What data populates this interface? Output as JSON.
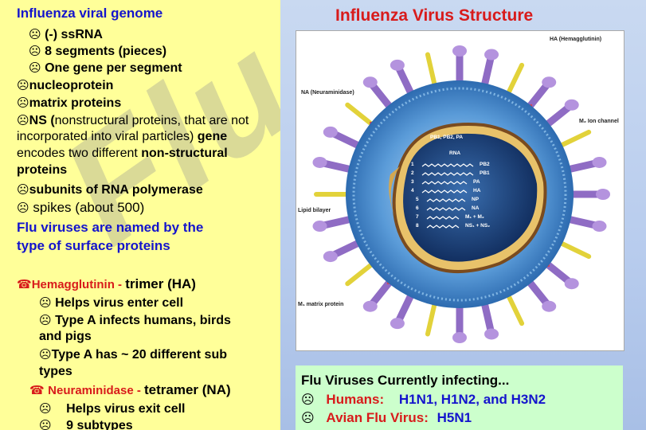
{
  "left": {
    "heading1": "Influenza viral genome",
    "item_ssrna": "(-) ssRNA",
    "item_segments": "8 segments (pieces)",
    "item_gene": "One gene per segment",
    "item_nucleoprotein": "nucleoprotein",
    "item_matrix": "matrix proteins",
    "ns_bold": "NS (",
    "ns_line1_rest": "nonstructural proteins, that are not",
    "ns_line2_a": "incorporated into viral particles) ",
    "ns_line2_b": "gene",
    "ns_line3_a": "encodes two different ",
    "ns_line3_b": "non-structural",
    "ns_line4": "proteins",
    "item_polymerase": "subunits of RNA polymerase",
    "item_spikes": "spikes (about 500)",
    "heading2_line1": "Flu viruses are named by the",
    "heading2_line2": "type of surface proteins",
    "ha_red": "Hemagglutinin - ",
    "ha_black": "trimer (HA)",
    "ha_sub1": "Helps virus enter cell",
    "ha_sub2_line1": "Type A infects humans, birds",
    "ha_sub2_line2": "and pigs",
    "ha_sub3_line1": "Type A has ~ 20 different sub",
    "ha_sub3_line2": "types",
    "na_red": "Neuraminidase - ",
    "na_black": "tetramer (NA)",
    "na_sub1": "Helps virus exit cell",
    "na_sub2": "9 subtypes"
  },
  "icons": {
    "bullet": "frowning-face-icon",
    "bullet_glyph": "☹",
    "phone": "telephone-icon",
    "phone_glyph": "☎"
  },
  "watermark": "Flu",
  "right": {
    "title": "Influenza Virus Structure",
    "diagram": {
      "label_ha": "HA (Hemagglutinin)",
      "label_na": "NA (Neuraminidase)",
      "label_m2": "M₂ Ion channel",
      "label_lipid": "Lipid bilayer",
      "label_m1": "M₁ matrix protein",
      "label_pol": "PB1, PB2, PA",
      "label_rna": "RNA",
      "segments": [
        {
          "n": "1",
          "gene": "PB2"
        },
        {
          "n": "2",
          "gene": "PB1"
        },
        {
          "n": "3",
          "gene": "PA"
        },
        {
          "n": "4",
          "gene": "HA"
        },
        {
          "n": "5",
          "gene": "NP"
        },
        {
          "n": "6",
          "gene": "NA"
        },
        {
          "n": "7",
          "gene": "M₁ + M₂"
        },
        {
          "n": "8",
          "gene": "NS₁ + NS₂"
        }
      ]
    },
    "infecting": {
      "heading": "Flu Viruses Currently infecting...",
      "humans_label": "Humans:",
      "humans_value": "H1N1, H1N2, and H3N2",
      "avian_label": "Avian Flu Virus:",
      "avian_value": "H5N1"
    }
  },
  "colors": {
    "left_bg": "#ffff99",
    "heading_blue": "#1414cc",
    "accent_red": "#d81b1b",
    "infect_bg": "#ccffcc",
    "slide_bg": "#c9d9f1"
  }
}
